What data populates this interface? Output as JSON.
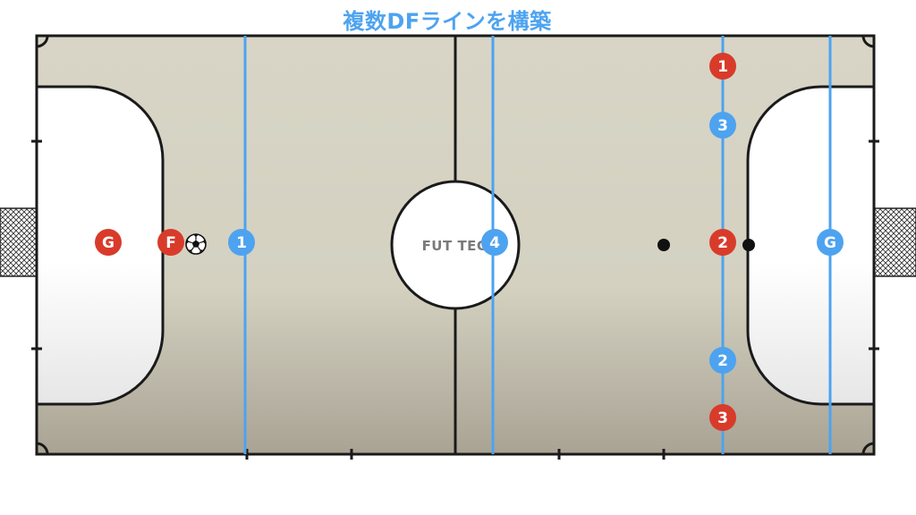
{
  "title": "複数DFラインを構築",
  "watermark": "FUT TEC",
  "colors": {
    "court_surface": "#d6d3c4",
    "court_lines": "#1a1a1a",
    "area_fill": "#ffffff",
    "defense_line": "#4da3f0",
    "blue_team": "#4da3f0",
    "red_team": "#d93b2b",
    "title": "#4da3f0"
  },
  "defense_lines": [
    {
      "name": "line-1"
    },
    {
      "name": "line-2"
    },
    {
      "name": "line-3"
    },
    {
      "name": "line-4"
    }
  ],
  "players": [
    {
      "team": "red",
      "label": "G"
    },
    {
      "team": "red",
      "label": "F"
    },
    {
      "team": "blue",
      "label": "1"
    },
    {
      "team": "blue",
      "label": "4"
    },
    {
      "team": "red",
      "label": "1"
    },
    {
      "team": "blue",
      "label": "3"
    },
    {
      "team": "red",
      "label": "2"
    },
    {
      "team": "blue",
      "label": "G"
    },
    {
      "team": "blue",
      "label": "2"
    },
    {
      "team": "red",
      "label": "3"
    }
  ],
  "ball": {
    "icon": "soccer-ball-icon"
  }
}
